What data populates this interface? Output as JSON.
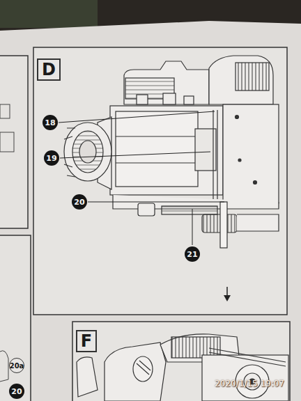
{
  "diagram": {
    "labels": [
      "D",
      "18",
      "19",
      "20",
      "21",
      "F",
      "20a",
      "20",
      "2020/1/15 19:07"
    ]
  }
}
